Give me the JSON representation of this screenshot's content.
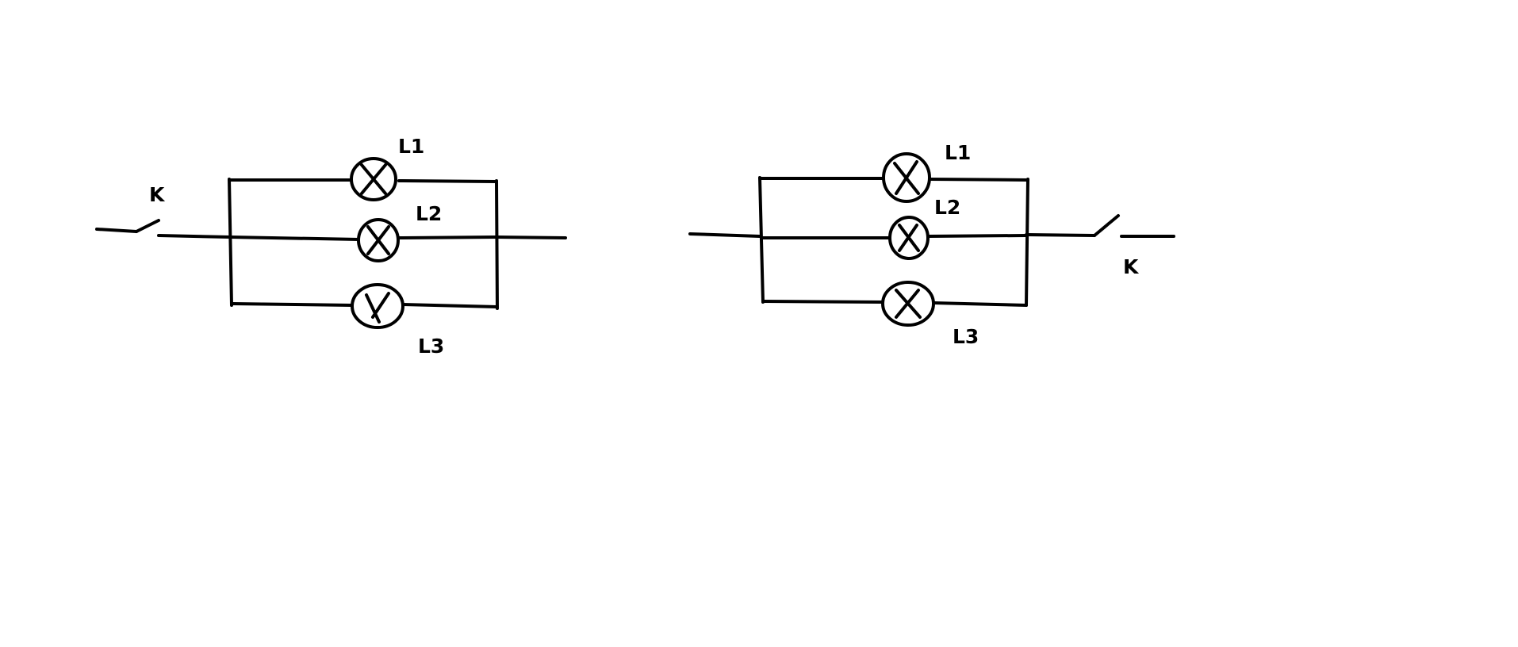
{
  "left_circuit": {
    "switch_label": "K",
    "lamps": [
      {
        "label": "L1"
      },
      {
        "label": "L2"
      },
      {
        "label": "L3"
      }
    ]
  },
  "right_circuit": {
    "switch_label": "K",
    "lamps": [
      {
        "label": "L1"
      },
      {
        "label": "L2"
      },
      {
        "label": "L3"
      }
    ]
  },
  "colors": {
    "stroke": "#000000",
    "background": "#ffffff"
  }
}
